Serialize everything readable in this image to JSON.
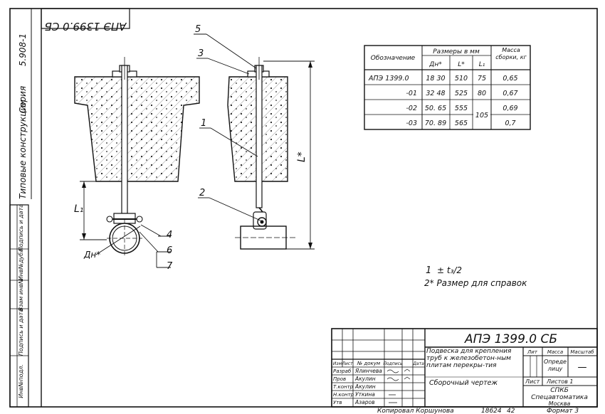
{
  "header": {
    "doc_code_top": "АПЭ 1399.0 СБ",
    "series_label": "Серия",
    "series_value": "5.908-1",
    "kind": "Типовые конструкции"
  },
  "left_strip": [
    "Инв№подл.",
    "Подпись и дата",
    "Взам инв№",
    "Инв№дубл",
    "Подпись и дата"
  ],
  "callouts": {
    "c1": "1",
    "c2": "2",
    "c3": "3",
    "c4": "4",
    "c5": "5",
    "c6": "6",
    "c7": "7",
    "dim_l1": "L₁",
    "dim_L": "L*",
    "dim_dn": "Дн*"
  },
  "table": {
    "col_designation": "Обозначение",
    "group_sizes": "Размеры в мм",
    "col_dn": "Дн*",
    "col_L": "L*",
    "col_l1": "L₁",
    "col_mass": "Масса сборки, кг",
    "rows": [
      {
        "designation": "АПЭ 1399.0",
        "dn": "18 30",
        "L": "510",
        "l1": "75",
        "mass": "0,65"
      },
      {
        "designation": "-01",
        "dn": "32 48",
        "L": "525",
        "l1": "80",
        "mass": "0,67"
      },
      {
        "designation": "-02",
        "dn": "50. 65",
        "L": "555",
        "l1": "105",
        "mass": "0,69"
      },
      {
        "designation": "-03",
        "dn": "70. 89",
        "L": "565",
        "l1": "",
        "mass": "0,7"
      }
    ]
  },
  "notes": {
    "note1_num": "1",
    "note1_text": "± t₃/2",
    "note2": "2* Размер для справок"
  },
  "title_block": {
    "doc_code": "АПЭ 1399.0 СБ",
    "title": "Подвеска для крепления труб к железобетон-ным плитам перекры-тия",
    "subtitle": "Сборочный чертеж",
    "col_lit": "Лит",
    "col_mass": "Масса",
    "col_scale": "Масштаб",
    "mass_value": "Определицу",
    "scale_value": "—",
    "sheet_label": "Лист",
    "sheets_label": "Листов 1",
    "org_line1": "СПКБ",
    "org_line2": "Спецавтоматика",
    "org_line3": "Москва",
    "head_cols": [
      "Изм",
      "Лист",
      "№ докум",
      "Подпись",
      "Дата"
    ],
    "people": [
      {
        "role": "Разраб",
        "name": "Ялинчева"
      },
      {
        "role": "Пров",
        "name": "Акулин"
      },
      {
        "role": "Т.контр",
        "name": "Акулин"
      },
      {
        "role": "",
        "name": ""
      },
      {
        "role": "Н.контр",
        "name": "Уткина"
      },
      {
        "role": "Утв",
        "name": "Азаров"
      }
    ]
  },
  "footer": {
    "copied": "Копировал Коршунова",
    "number": "18624",
    "num2": "42",
    "format": "Формат 3"
  }
}
